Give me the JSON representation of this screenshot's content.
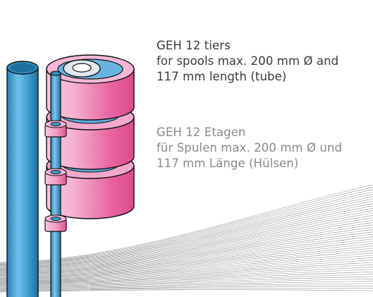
{
  "caption_en": {
    "title": "GEH 12 tiers",
    "line1": "for spools max. 200 mm Ø and",
    "line2": "117 mm length (tube)"
  },
  "caption_de": {
    "title": "GEH 12 Etagen",
    "line1": "für Spulen max. 200 mm Ø und",
    "line2": "117 mm Länge (Hülsen)"
  },
  "colors": {
    "spool_pink": "#ea6ea5",
    "spool_light": "#f6c2dc",
    "spool_highlight": "#fbe0ee",
    "tube_blue": "#3e9ad0",
    "tube_dark": "#1e6e9c",
    "outline": "#111111",
    "text_en": "#3a3a3a",
    "text_de": "#8a8a8a"
  }
}
